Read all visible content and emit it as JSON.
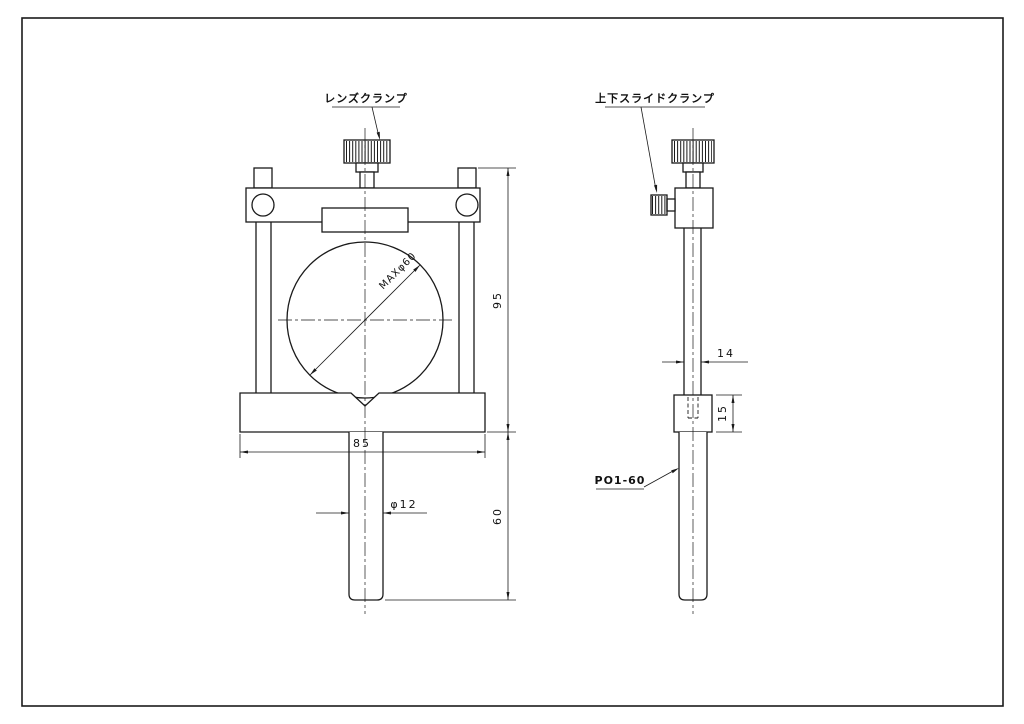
{
  "drawing": {
    "labels": {
      "lens_clamp": "レンズクランプ",
      "slide_clamp": "上下スライドクランプ",
      "part_number": "PO1-60"
    },
    "dimensions": {
      "overall_height": "95",
      "base_width": "85",
      "post_length": "60",
      "post_diameter": "φ12",
      "bar_width": "14",
      "block_height": "15",
      "max_lens_diameter": "MAXφ60"
    }
  }
}
